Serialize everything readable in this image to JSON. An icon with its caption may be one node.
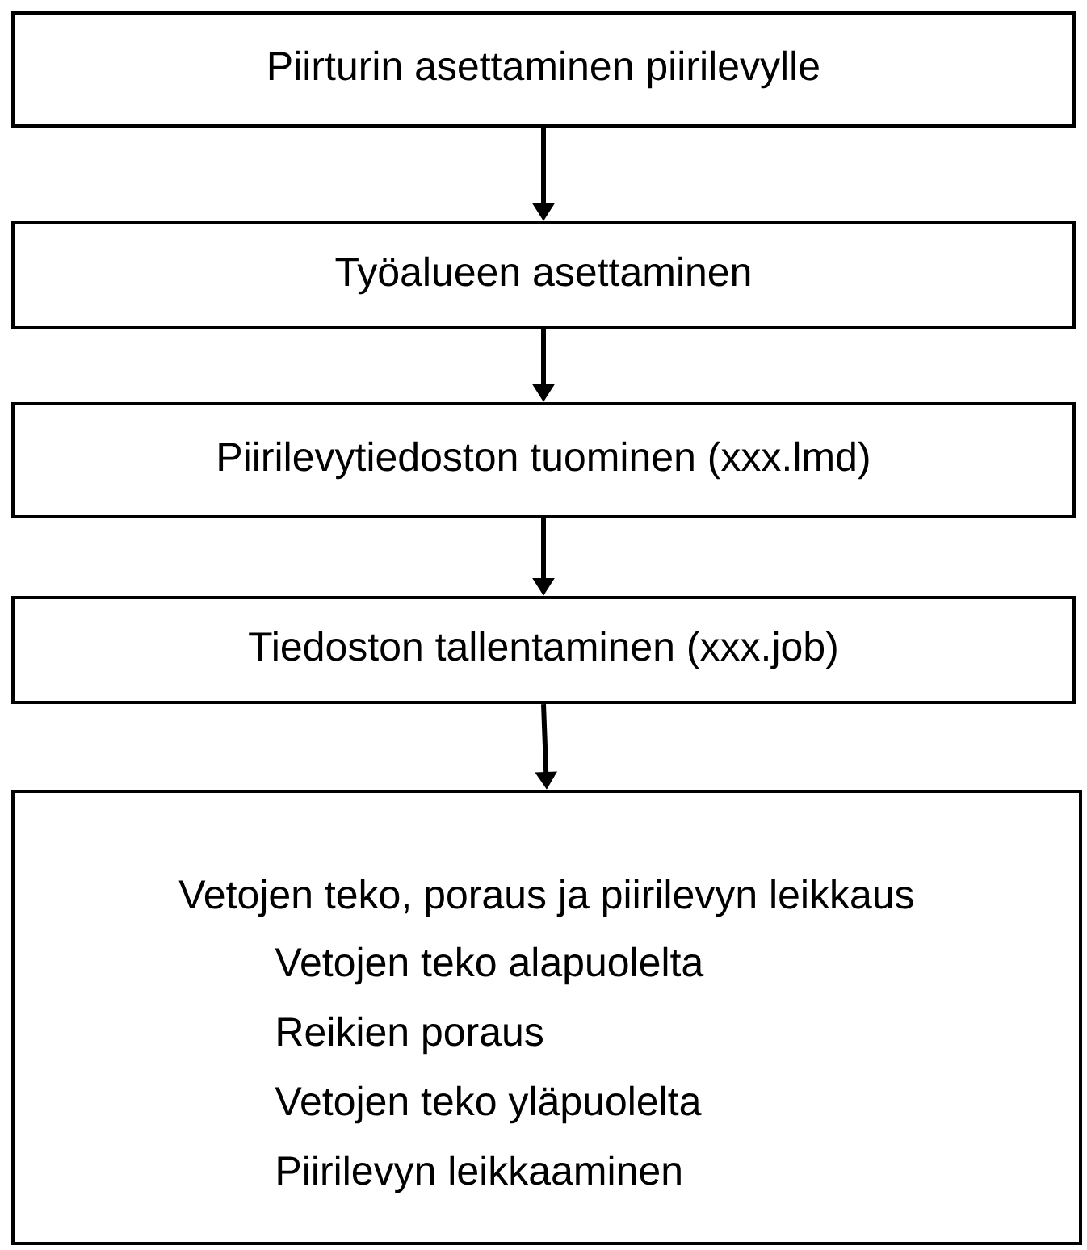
{
  "diagram": {
    "nodes": [
      {
        "text": [
          "Piirturin asettaminen piirilevylle"
        ]
      },
      {
        "text": [
          "Työalueen asettaminen"
        ]
      },
      {
        "text": [
          "Piirilevytiedoston tuominen (xxx.lmd)"
        ]
      },
      {
        "text": [
          "Tiedoston tallentaminen (xxx.job)"
        ]
      },
      {
        "text": [
          "Vetojen teko, poraus ja piirilevyn leikkaus",
          "Vetojen teko alapuolelta",
          "Reikien poraus",
          "Vetojen teko yläpuolelta",
          "Piirilevyn leikkaaminen"
        ]
      }
    ],
    "edges": [
      {
        "from": 0,
        "to": 1,
        "arrow": "to"
      },
      {
        "from": 1,
        "to": 2,
        "arrow": "to"
      },
      {
        "from": 2,
        "to": 3,
        "arrow": "to"
      },
      {
        "from": 3,
        "to": 4,
        "arrow": "to"
      }
    ]
  }
}
